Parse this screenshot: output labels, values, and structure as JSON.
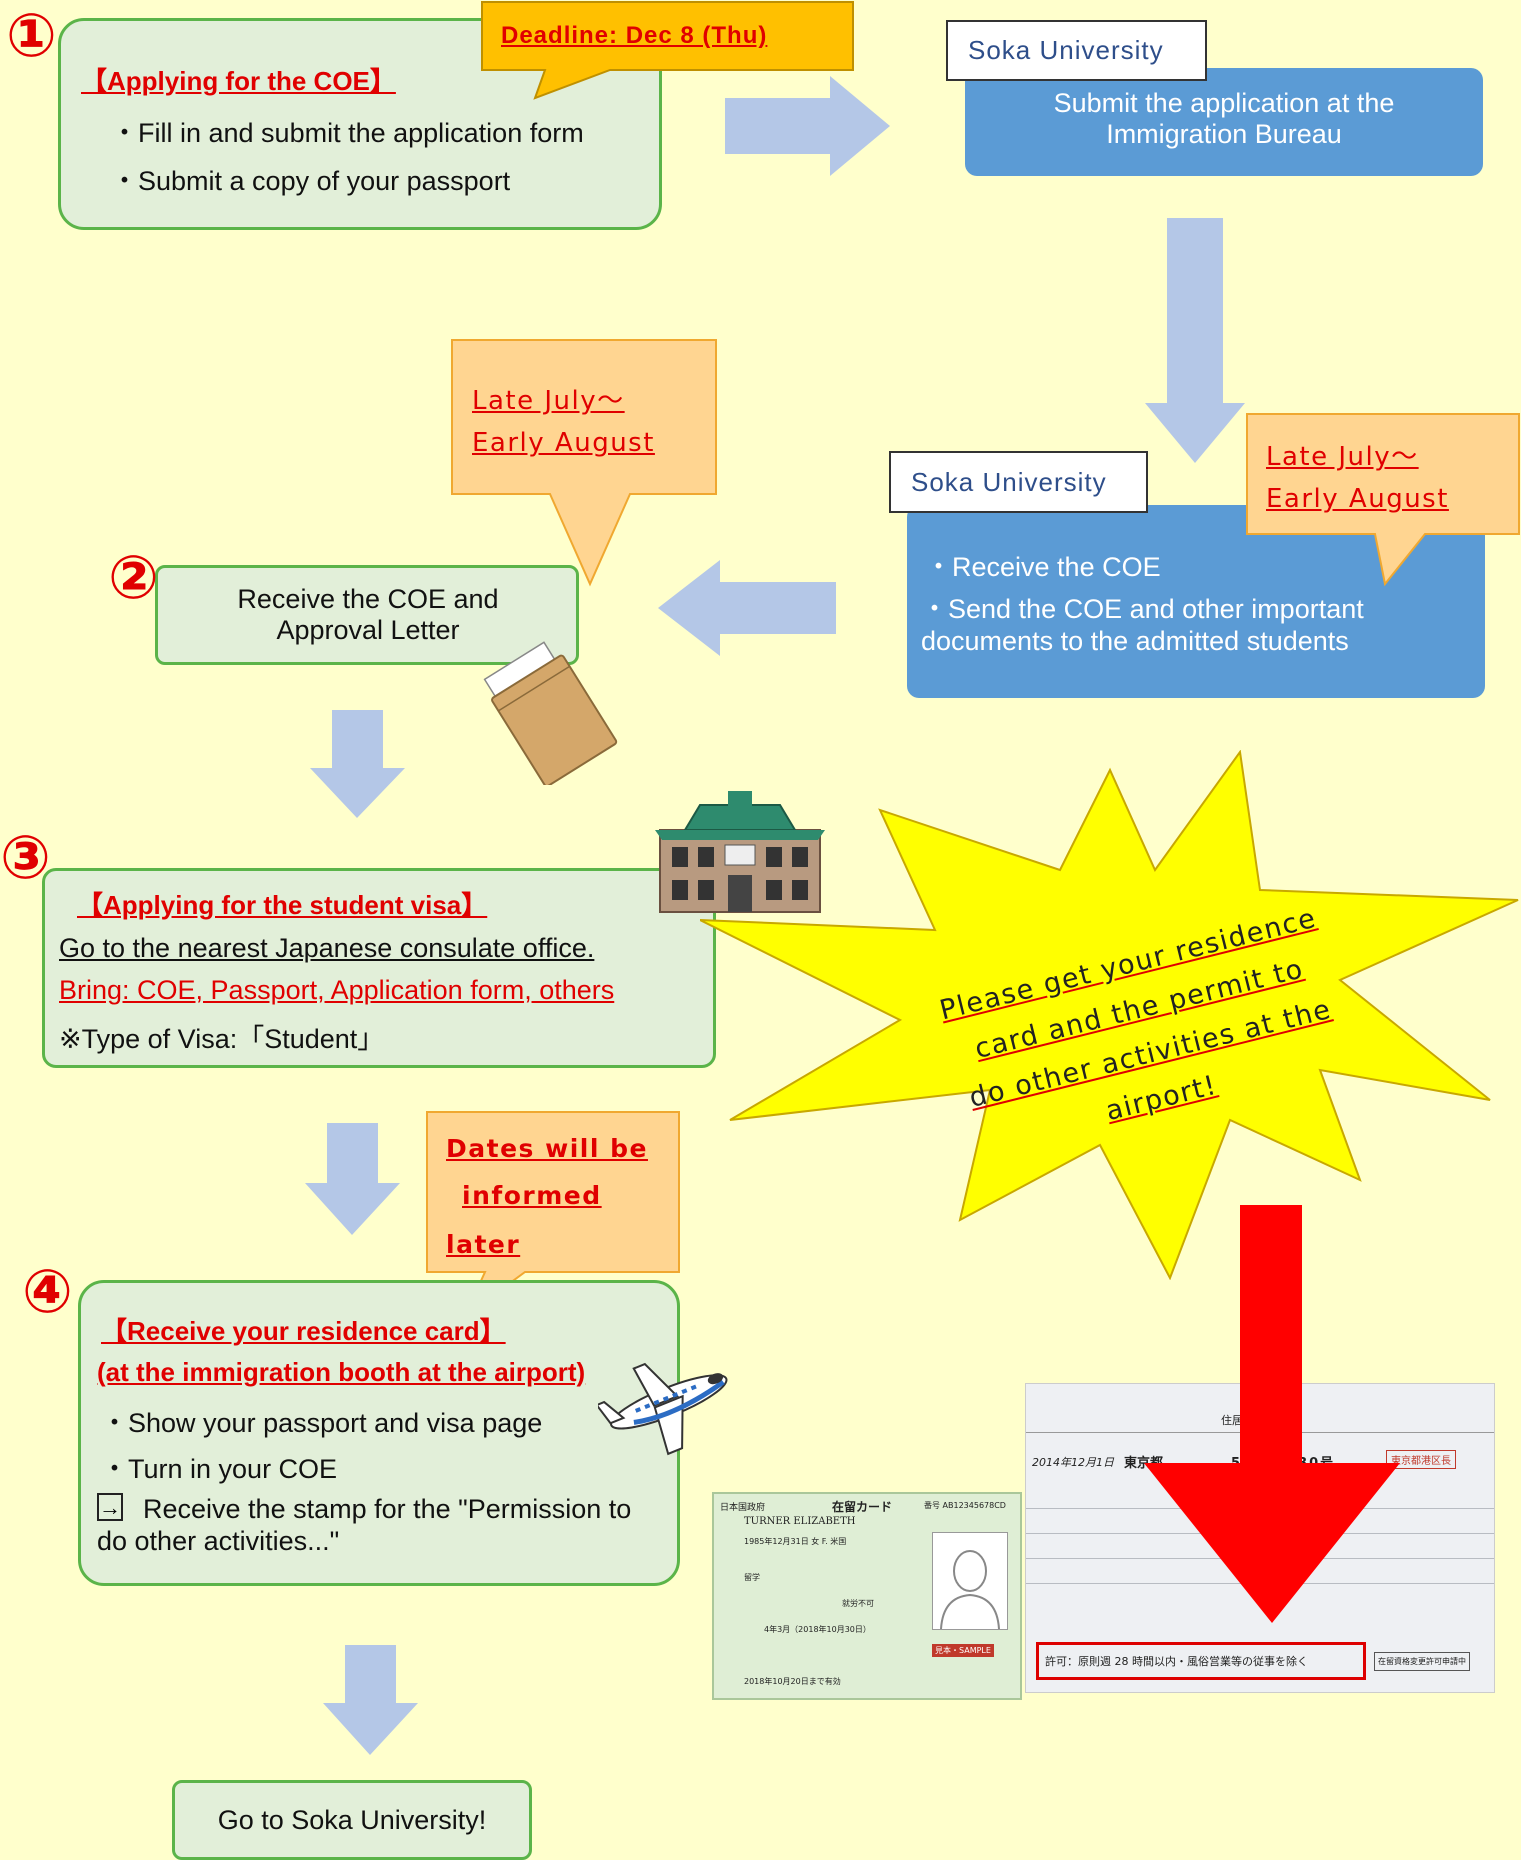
{
  "step1": {
    "number": "①",
    "title": "【Applying for the COE】",
    "items": [
      "・Fill in and submit the application form",
      "・Submit a copy of your passport"
    ],
    "deadline": "Deadline: Dec 8 (Thu)"
  },
  "univ1": {
    "label": "Soka University",
    "text": "Submit the application at the Immigration Bureau"
  },
  "univ2": {
    "label": "Soka University",
    "items": [
      "・Receive the COE",
      "・Send the COE and other important documents to the admitted students"
    ],
    "callout": [
      "Late July～",
      "Early August"
    ]
  },
  "step2": {
    "number": "②",
    "text": "Receive the COE and Approval Letter",
    "callout": [
      "Late July～",
      "Early August"
    ]
  },
  "step3": {
    "number": "③",
    "title": "【Applying for the student visa】",
    "line1": "Go to the nearest Japanese consulate office.",
    "line2": "Bring: COE, Passport, Application form, others",
    "line3": "※Type of Visa:「Student」"
  },
  "step4": {
    "number": "④",
    "title": "【Receive your residence card】",
    "subtitle": "(at the immigration booth at the airport)",
    "items": [
      "・Show your passport and visa page",
      "・Turn in your COE"
    ],
    "arrow_symbol": "→",
    "stamp_text": "Receive the stamp for the \"Permission to do other activities...\"",
    "callout": [
      "Dates will be",
      "informed",
      "later"
    ]
  },
  "burst": {
    "lines": [
      "Please get your residence",
      "card and the permit to",
      "do other activities at the",
      "airport!"
    ]
  },
  "final": {
    "text": "Go to Soka University!"
  },
  "card": {
    "front_header_left": "日本国政府",
    "front_header_center": "在留カード",
    "front_number": "番号 AB12345678CD",
    "front_name": "TURNER ELIZABETH",
    "front_birth": "1985年12月31日 女 F. 米国",
    "front_status": "留学",
    "front_work": "就労不可",
    "front_period": "4年3月（2018年10月30日）",
    "front_valid": "2018年10月20日まで有効",
    "front_sample": "見本・SAMPLE",
    "back_header": "住居地記載欄",
    "back_date": "2014年12月1日",
    "back_address": "東京都",
    "back_address_end": "5丁目5番30号",
    "back_stamp": "東京都港区長",
    "back_permit": "許可：原則週 28 時間以内・風俗営業等の従事を除く",
    "back_app": "在留資格変更許可申請中"
  },
  "colors": {
    "accent_red": "#e00000",
    "green_border": "#5bb449",
    "blue": "#5b9bd5"
  }
}
